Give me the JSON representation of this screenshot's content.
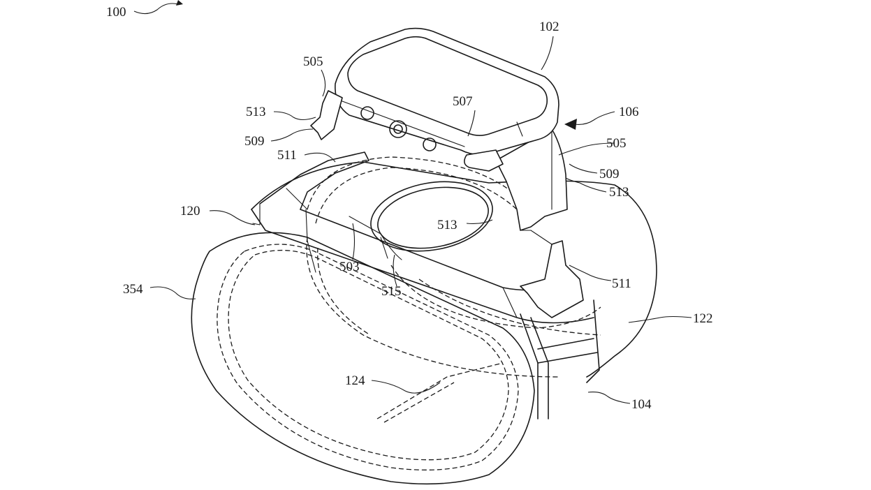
{
  "figure": {
    "labels": {
      "fig": "100",
      "watch": "102",
      "band": "104",
      "system": "106",
      "wall_left": "120",
      "wall_right": "122",
      "divider": "124",
      "head_unit": "354",
      "connector_cavity": "503",
      "strap_end_left": "505",
      "strap_end_right": "505",
      "watch_lug": "507",
      "slot_top_left": "509",
      "slot_right": "509",
      "latch_left": "511",
      "latch_right": "511",
      "rim_left": "513",
      "rim_right": "513",
      "ring": "513",
      "ring_base": "515"
    }
  }
}
